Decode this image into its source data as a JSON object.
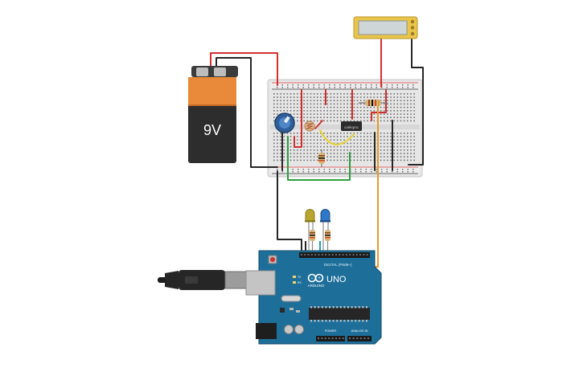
{
  "battery": {
    "label": "9V"
  },
  "ic": {
    "label": "caékqmc"
  },
  "arduino": {
    "brand": "ARDUINO",
    "model": "UNO",
    "digital_label": "DIGITAL (PWM~)",
    "power_label": "POWER",
    "analog_label": "ANALOG IN",
    "tx_label": "TX",
    "rx_label": "RX"
  },
  "colors": {
    "wire_red": "#d32f2f",
    "wire_black": "#262626",
    "wire_green": "#2e9e3e",
    "wire_yellow": "#e8d02a",
    "wire_orange": "#e39b2e",
    "arduino_blue": "#1d6f9a",
    "breadboard": "#e4e4e4",
    "battery_orange": "#e88a3a"
  }
}
